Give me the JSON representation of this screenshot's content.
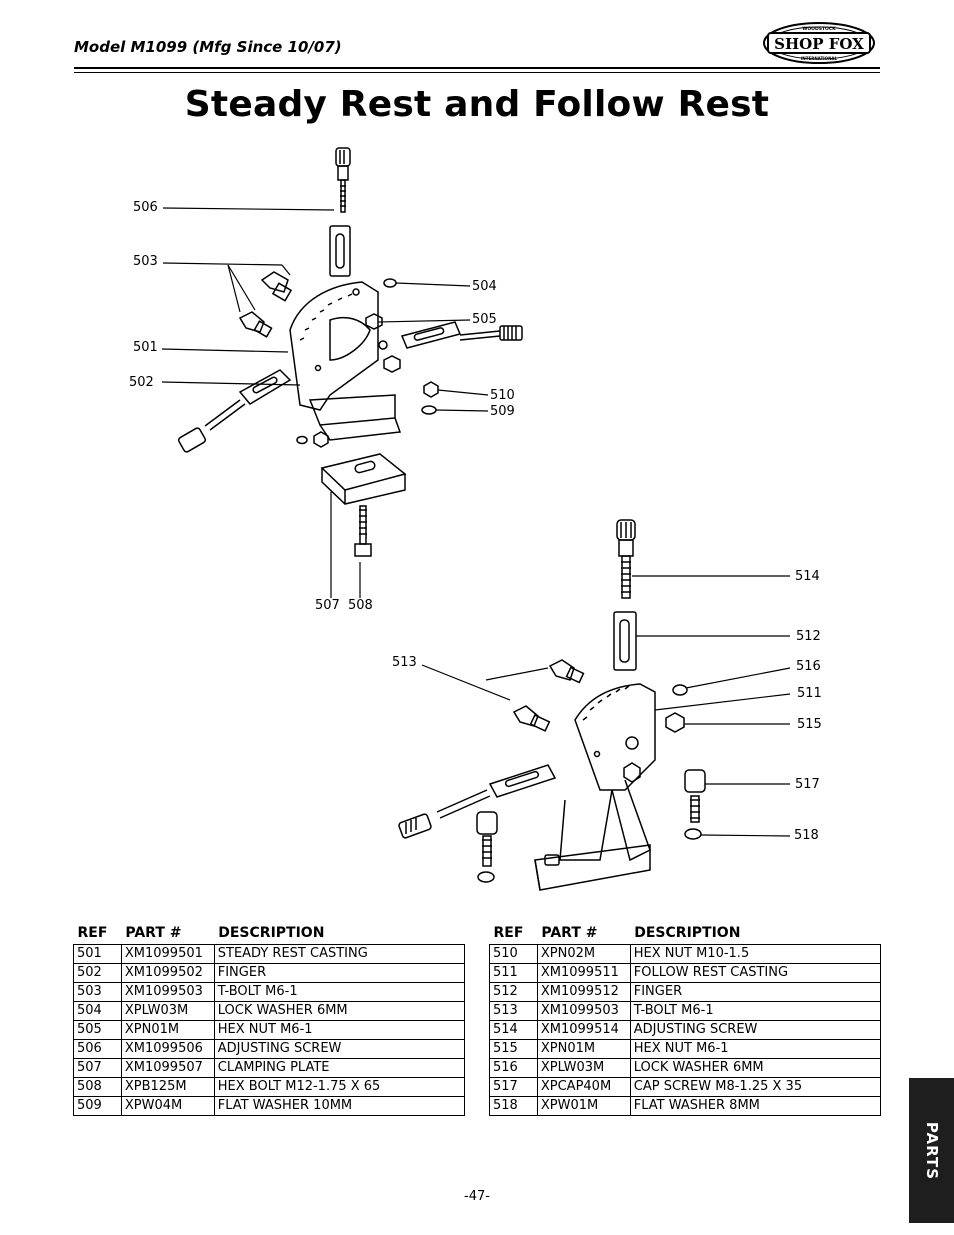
{
  "header": {
    "model": "Model M1099 (Mfg Since 10/07)",
    "logo_text": "SHOP FOX",
    "logo_top": "WOODSTOCK",
    "logo_bottom": "INTERNATIONAL"
  },
  "title": "Steady Rest and Follow Rest",
  "callouts": {
    "c506": "506",
    "c503": "503",
    "c504": "504",
    "c505": "505",
    "c501": "501",
    "c502": "502",
    "c510": "510",
    "c509": "509",
    "c507": "507",
    "c508": "508",
    "c514": "514",
    "c512": "512",
    "c513": "513",
    "c516": "516",
    "c511": "511",
    "c515": "515",
    "c517": "517",
    "c518": "518"
  },
  "table_headers": {
    "ref": "REF",
    "part": "PART #",
    "desc": "DESCRIPTION"
  },
  "parts_left": [
    {
      "ref": "501",
      "part": "XM1099501",
      "desc": "STEADY REST CASTING"
    },
    {
      "ref": "502",
      "part": "XM1099502",
      "desc": "FINGER"
    },
    {
      "ref": "503",
      "part": "XM1099503",
      "desc": "T-BOLT M6-1"
    },
    {
      "ref": "504",
      "part": "XPLW03M",
      "desc": "LOCK WASHER 6MM"
    },
    {
      "ref": "505",
      "part": "XPN01M",
      "desc": "HEX NUT M6-1"
    },
    {
      "ref": "506",
      "part": "XM1099506",
      "desc": "ADJUSTING SCREW"
    },
    {
      "ref": "507",
      "part": "XM1099507",
      "desc": "CLAMPING PLATE"
    },
    {
      "ref": "508",
      "part": "XPB125M",
      "desc": "HEX BOLT M12-1.75 X 65"
    },
    {
      "ref": "509",
      "part": "XPW04M",
      "desc": "FLAT WASHER 10MM"
    }
  ],
  "parts_right": [
    {
      "ref": "510",
      "part": "XPN02M",
      "desc": "HEX NUT M10-1.5"
    },
    {
      "ref": "511",
      "part": "XM1099511",
      "desc": "FOLLOW REST CASTING"
    },
    {
      "ref": "512",
      "part": "XM1099512",
      "desc": "FINGER"
    },
    {
      "ref": "513",
      "part": "XM1099503",
      "desc": "T-BOLT M6-1"
    },
    {
      "ref": "514",
      "part": "XM1099514",
      "desc": "ADJUSTING SCREW"
    },
    {
      "ref": "515",
      "part": "XPN01M",
      "desc": "HEX NUT M6-1"
    },
    {
      "ref": "516",
      "part": "XPLW03M",
      "desc": "LOCK WASHER 6MM"
    },
    {
      "ref": "517",
      "part": "XPCAP40M",
      "desc": "CAP SCREW M8-1.25 X 35"
    },
    {
      "ref": "518",
      "part": "XPW01M",
      "desc": "FLAT WASHER 8MM"
    }
  ],
  "side_tab": "PARTS",
  "page_number": "-47-"
}
